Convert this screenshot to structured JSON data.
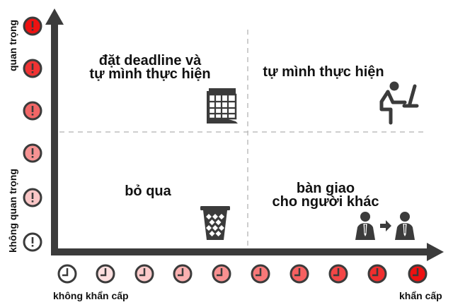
{
  "axes": {
    "y_axis": {
      "top_label": "quan trọng",
      "bottom_label": "không quan trọng"
    },
    "x_axis": {
      "left_label": "không khẩn cấp",
      "right_label": "khẩn cấp"
    }
  },
  "quadrants": [
    {
      "position": "top-left",
      "line1": "đặt deadline và",
      "line2": "tự mình thực hiện",
      "icon": "calendar-icon"
    },
    {
      "position": "top-right",
      "line1": "tự mình thực hiện",
      "icon": "person-at-computer-icon"
    },
    {
      "position": "bottom-left",
      "line1": "bỏ qua",
      "icon": "trash-basket-icon"
    },
    {
      "position": "bottom-right",
      "line1": "bàn giao",
      "line2": "cho người khác",
      "icon": "delegate-icon"
    }
  ],
  "importance_markers": {
    "glyph": "!",
    "colors_top_to_bottom": [
      "#ee1111",
      "#f03333",
      "#f26666",
      "#f79393",
      "#fac6c6",
      "#ffffff"
    ]
  },
  "urgency_markers": {
    "icon": "clock-icon",
    "colors_left_to_right": [
      "#ffffff",
      "#fde0e0",
      "#fccaca",
      "#fbb0b0",
      "#f99090",
      "#f87878",
      "#f66060",
      "#f34646",
      "#f02e2e",
      "#ee1111"
    ]
  },
  "colors": {
    "axis": "#3b3b3b",
    "icon": "#3b3b3b",
    "dash": "#bdbdbd"
  }
}
